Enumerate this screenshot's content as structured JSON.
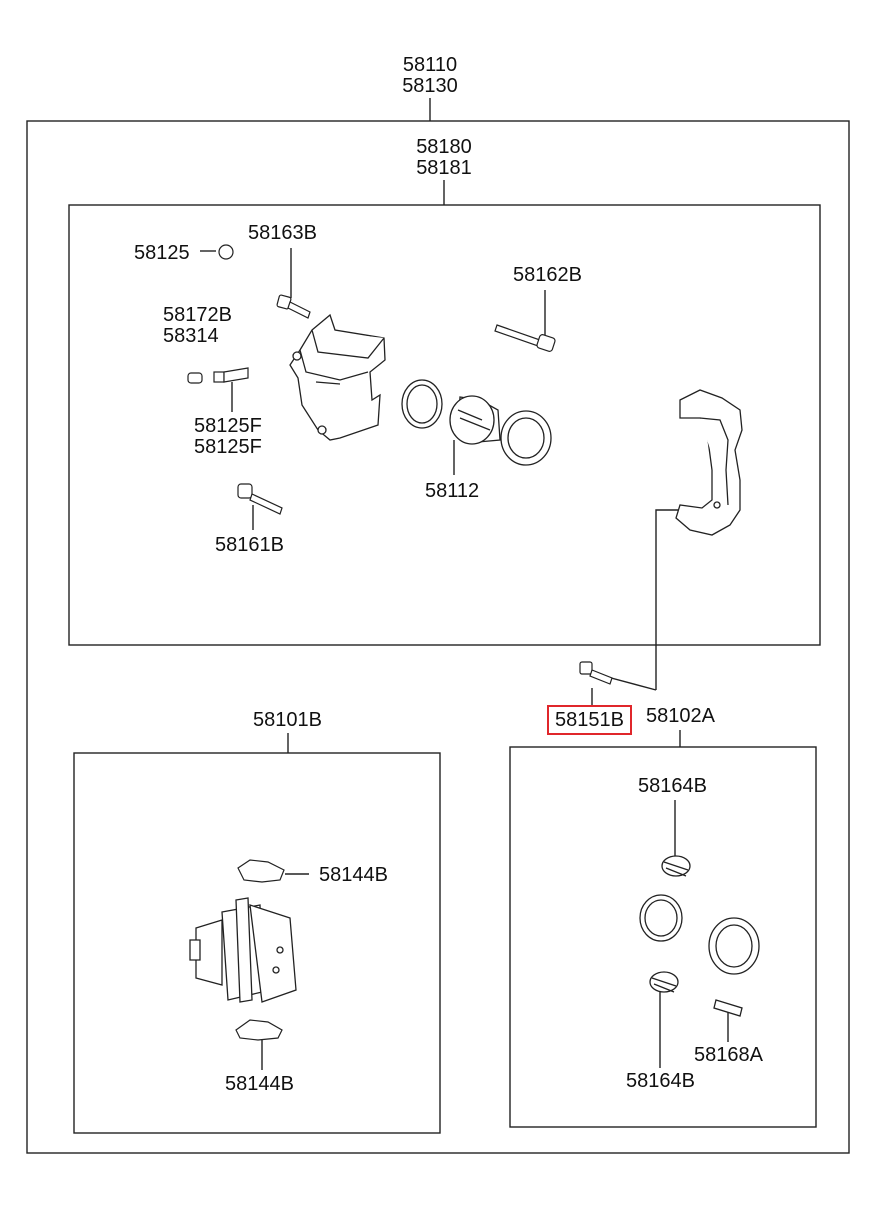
{
  "labels": {
    "assembly_top_1": "58110",
    "assembly_top_2": "58130",
    "caliper_assy_1": "58180",
    "caliper_assy_2": "58181",
    "bleeder_cap": "58125",
    "guide_bolt_upper": "58163B",
    "guide_pin": "58162B",
    "bleeder_1": "58172B",
    "bleeder_2": "58314",
    "bleeder_screw_1": "58125F",
    "bleeder_screw_2": "58125F",
    "piston": "58112",
    "guide_bolt_lower": "58161B",
    "mount_bolt": "58151B",
    "seal_kit": "58102A",
    "pad_kit": "58101B",
    "pad_spring_upper": "58144B",
    "pad_spring_lower": "58144B",
    "boot_upper": "58164B",
    "boot_lower": "58164B",
    "sleeve": "58168A"
  },
  "highlight_color": "#e0262b"
}
